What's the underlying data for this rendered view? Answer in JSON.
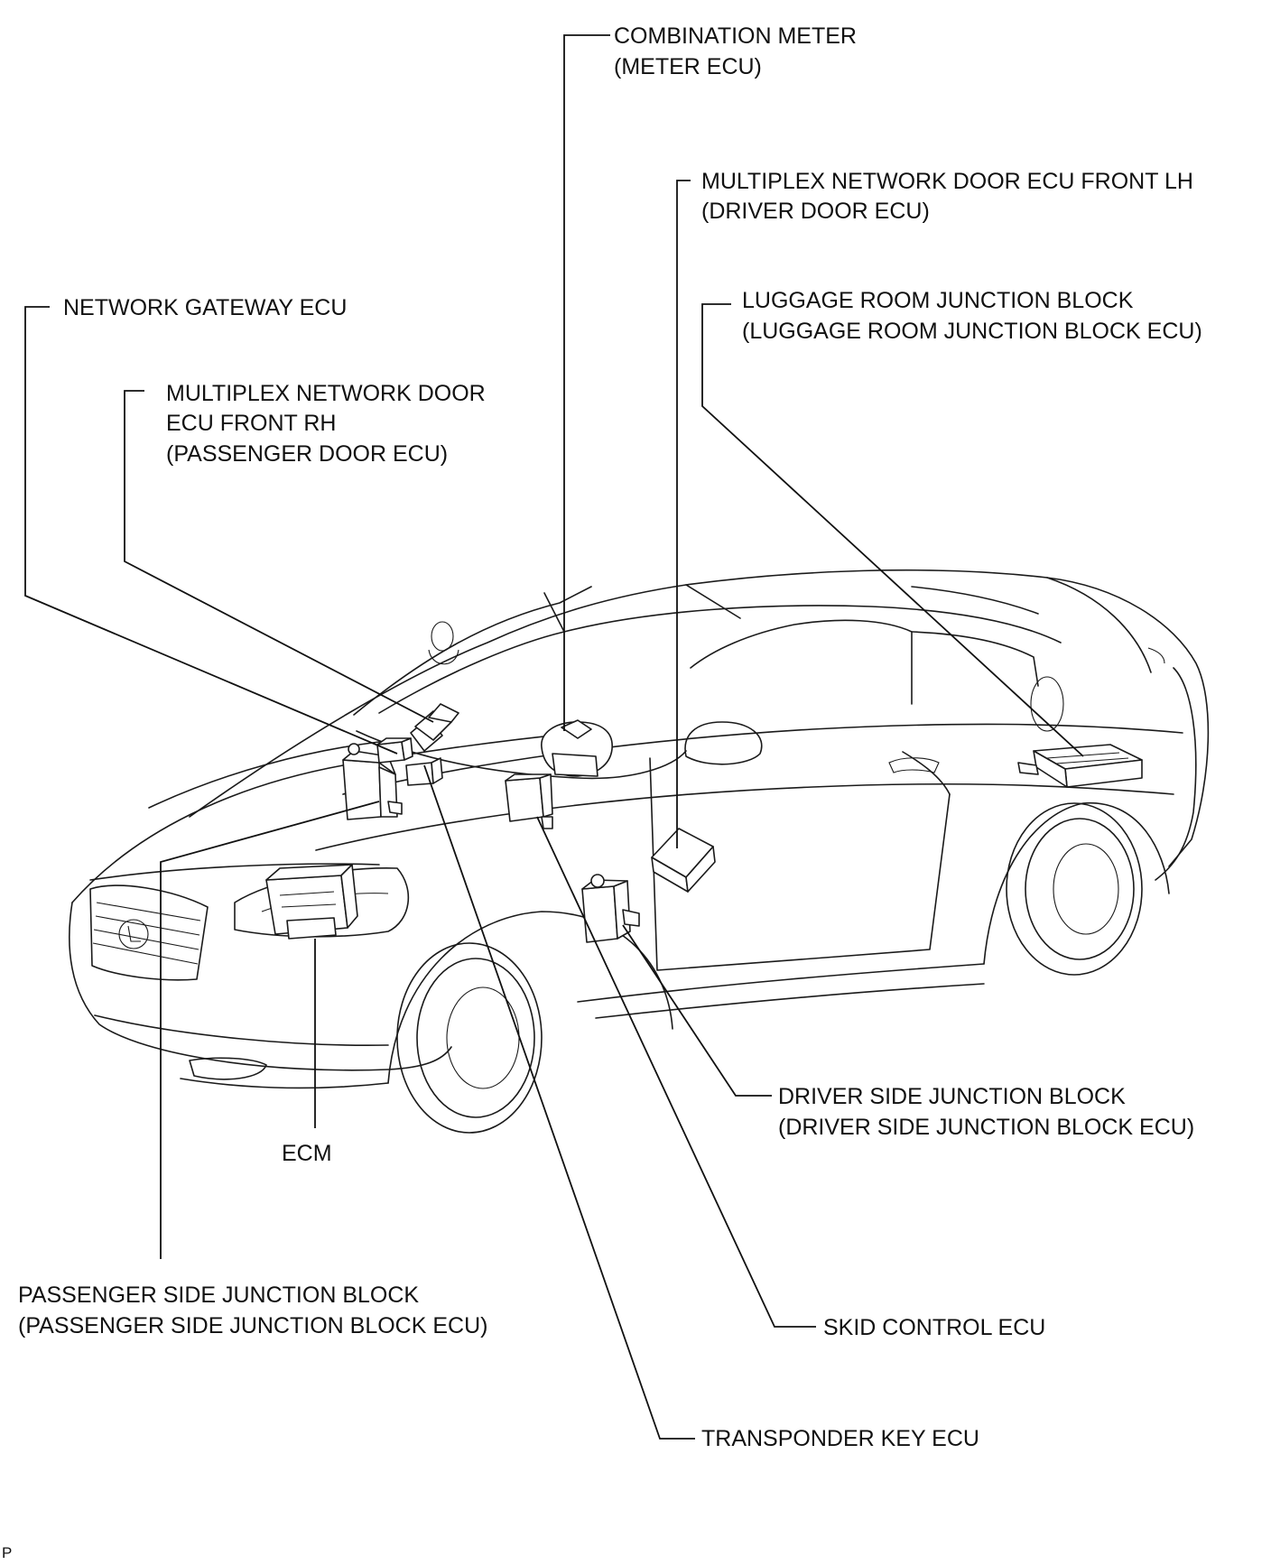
{
  "labels": {
    "combination_meter": [
      "COMBINATION METER",
      "(METER ECU)"
    ],
    "driver_door_ecu": [
      "MULTIPLEX NETWORK DOOR ECU FRONT LH",
      "(DRIVER DOOR ECU)"
    ],
    "network_gateway_ecu": [
      "NETWORK GATEWAY ECU"
    ],
    "luggage_room_junction_block": [
      "LUGGAGE ROOM JUNCTION BLOCK",
      "(LUGGAGE ROOM JUNCTION BLOCK ECU)"
    ],
    "passenger_door_ecu": [
      "MULTIPLEX NETWORK DOOR",
      "ECU FRONT RH",
      "(PASSENGER DOOR ECU)"
    ],
    "driver_side_junction_block": [
      "DRIVER SIDE JUNCTION BLOCK",
      "(DRIVER SIDE JUNCTION BLOCK ECU)"
    ],
    "ecm": [
      "ECM"
    ],
    "passenger_side_junction_block": [
      "PASSENGER SIDE JUNCTION BLOCK",
      "(PASSENGER SIDE JUNCTION BLOCK ECU)"
    ],
    "skid_control_ecu": [
      "SKID CONTROL ECU"
    ],
    "transponder_key_ecu": [
      "TRANSPONDER KEY ECU"
    ]
  },
  "corner_mark": "P"
}
